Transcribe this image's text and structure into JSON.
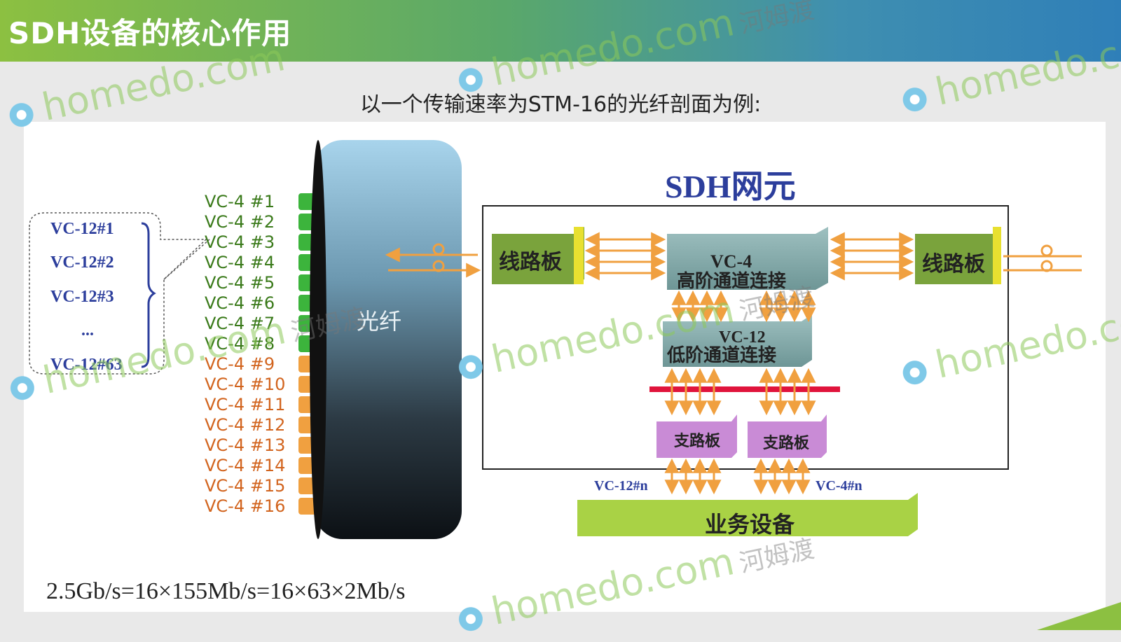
{
  "header": {
    "title": "SDH设备的核心作用"
  },
  "subtitle": "以一个传输速率为STM-16的光纤剖面为例:",
  "vc12_list": [
    "VC-12#1",
    "VC-12#2",
    "VC-12#3",
    "...",
    "VC-12#63"
  ],
  "vc4_list": [
    "VC-4 #1",
    "VC-4 #2",
    "VC-4 #3",
    "VC-4 #4",
    "VC-4 #5",
    "VC-4 #6",
    "VC-4 #7",
    "VC-4 #8",
    "VC-4 #9",
    "VC-4 #10",
    "VC-4 #11",
    "VC-4 #12",
    "VC-4 #13",
    "VC-4 #14",
    "VC-4 #15",
    "VC-4 #16"
  ],
  "fiber_label": "光纤",
  "network_element_title": "SDH网元",
  "line_card_left": "线路板",
  "line_card_right": "线路板",
  "hp_block": {
    "line1": "VC-4",
    "line2": "高阶通道连接"
  },
  "lp_block": {
    "line1": "VC-12",
    "line2": "低阶通道连接"
  },
  "tributary_cards": [
    "支路板",
    "支路板"
  ],
  "vc12_n": "VC-12#n",
  "vc4_n": "VC-4#n",
  "service_equipment": "业务设备",
  "formula": "2.5Gb/s=16×155Mb/s=16×63×2Mb/s",
  "watermark": {
    "brand": "homedo.com",
    "cn": "河姆渡"
  },
  "colors": {
    "header_start": "#8cc041",
    "header_end": "#2f7fb8",
    "green_card": "#7aa33c",
    "gray_block": "#7fa6a6",
    "purple_card": "#c98bd6",
    "service_bar": "#a9d245",
    "red_bus": "#e0143c",
    "arrow_orange": "#f0a040",
    "vc4_green": "#3a7a1a",
    "vc4_orange": "#d2641e",
    "title_blue": "#2c3e9c"
  }
}
